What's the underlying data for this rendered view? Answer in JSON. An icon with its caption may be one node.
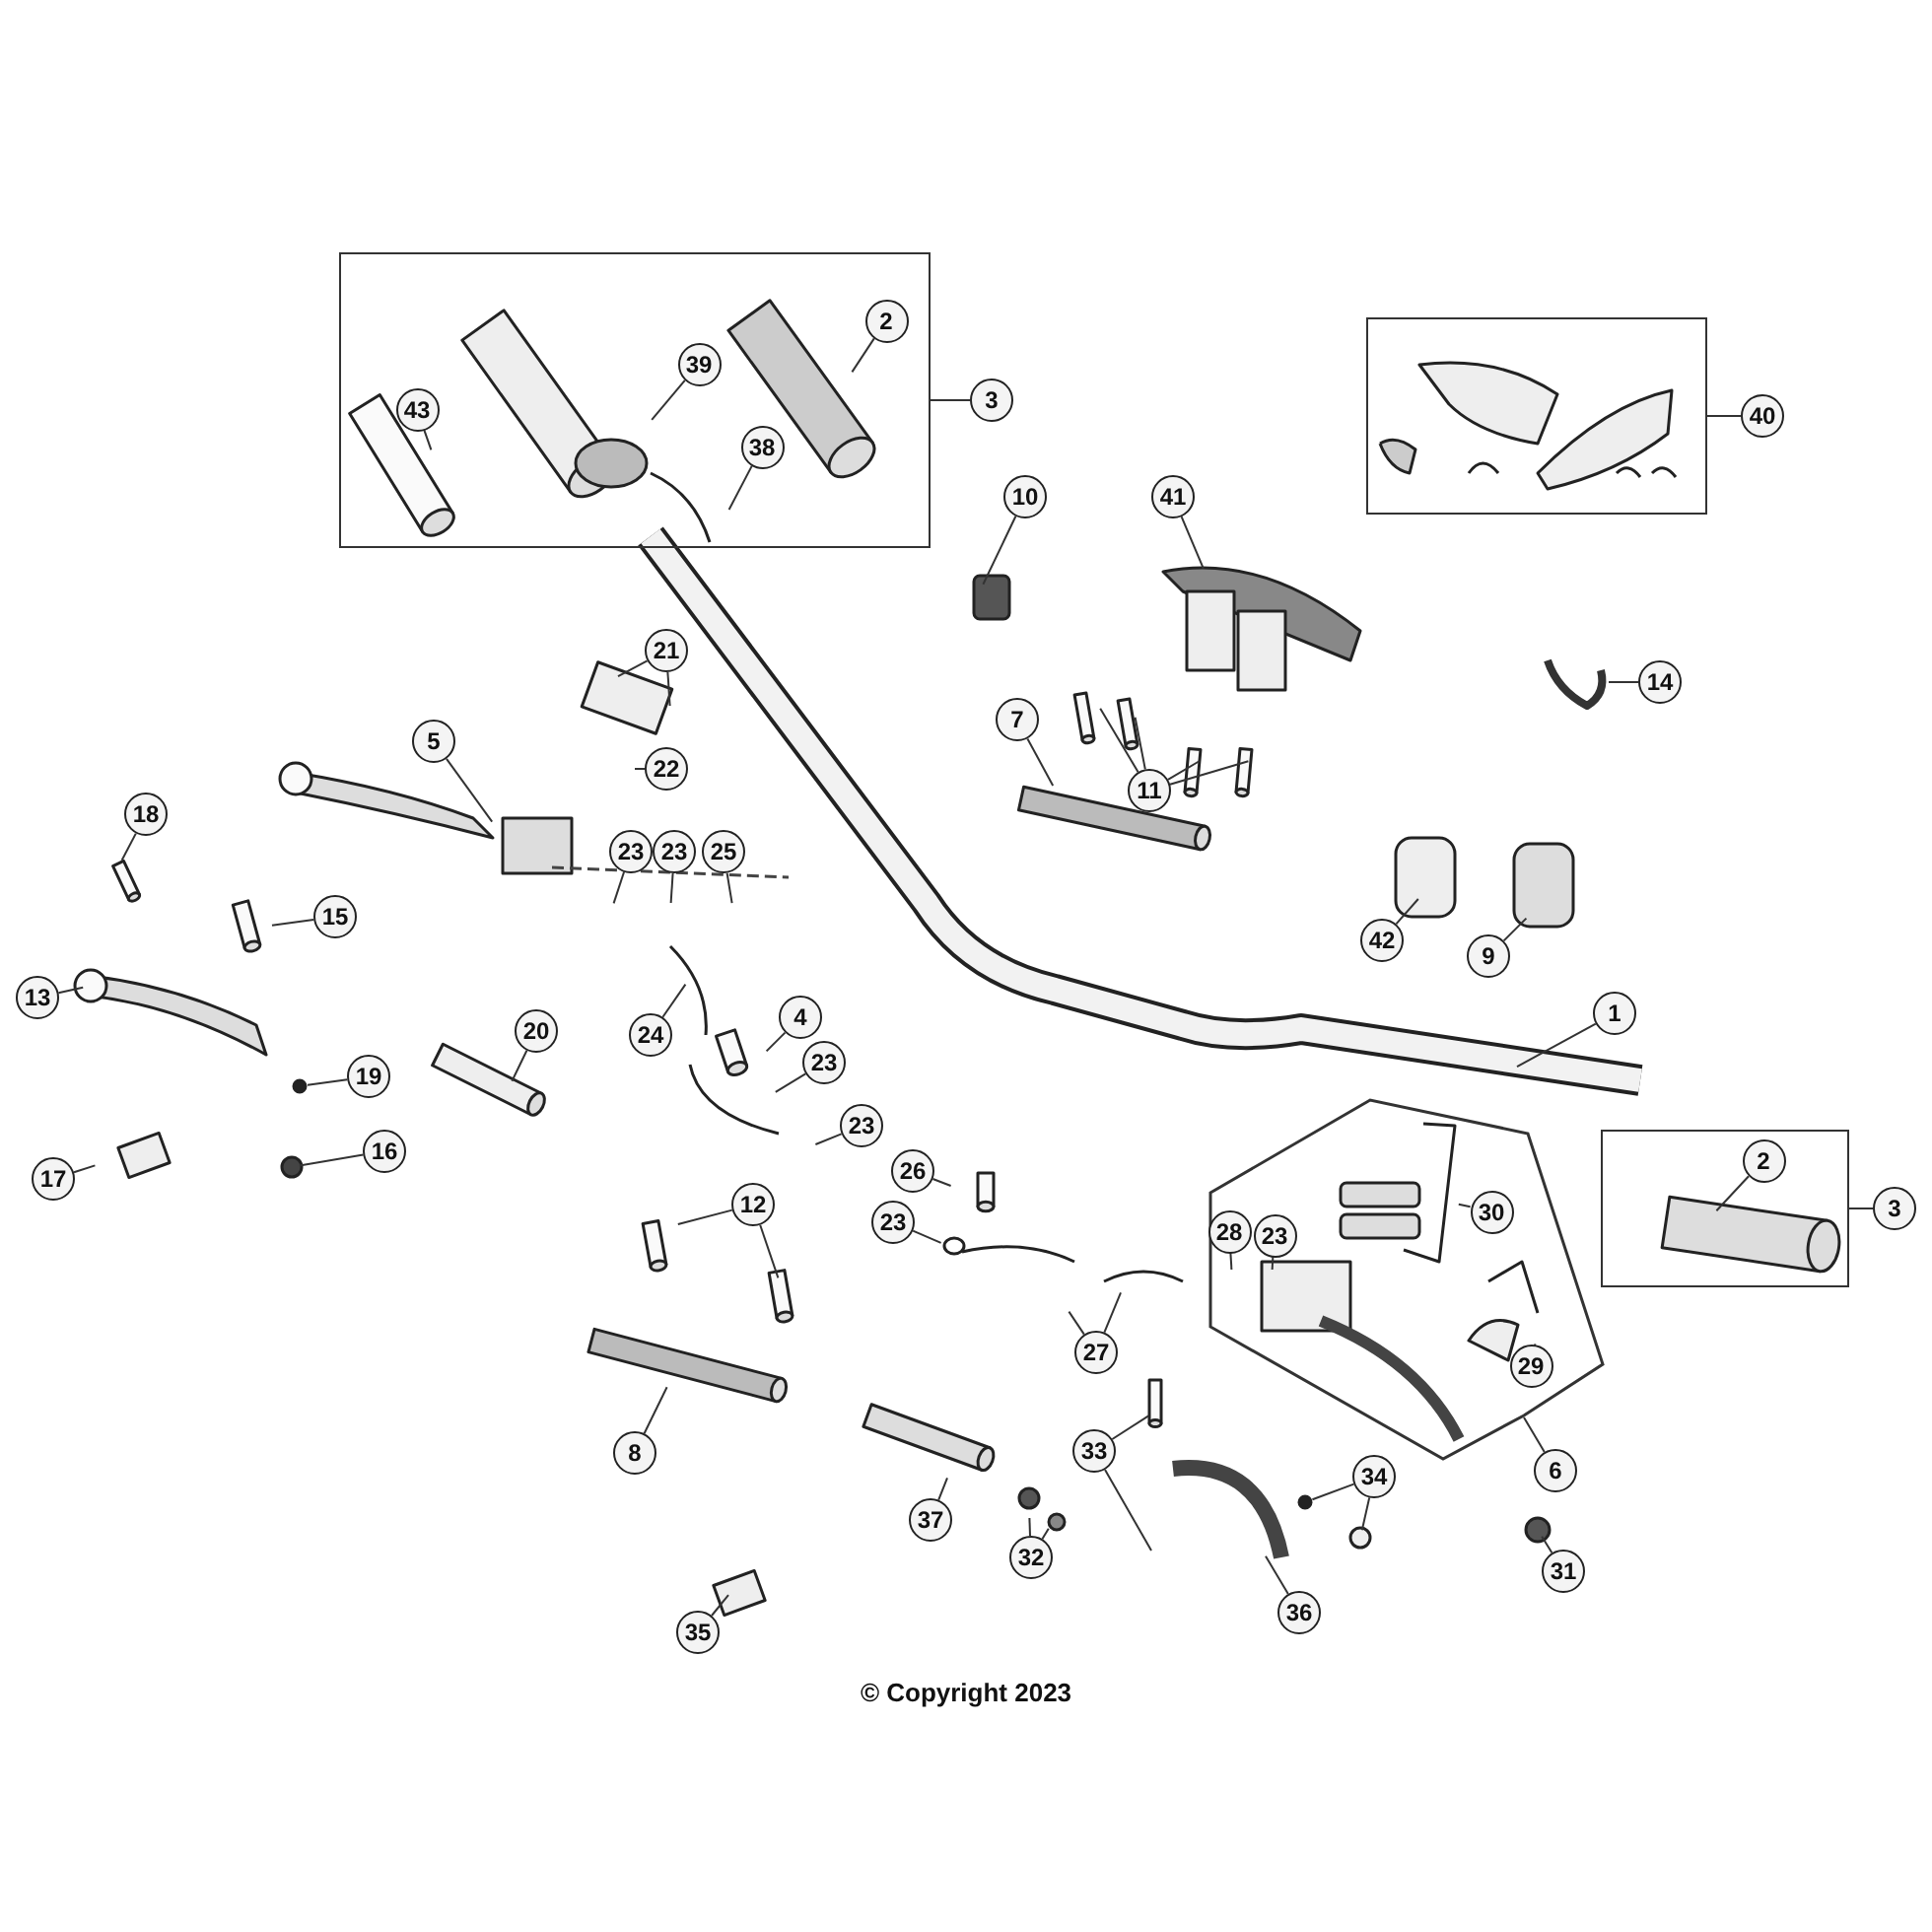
{
  "diagram": {
    "caption": "© Copyright 2023",
    "nodes": [
      {
        "text": [],
        "shape": "box"
      },
      {
        "text": [
          "43"
        ],
        "in": 0
      },
      {
        "text": [
          "39"
        ],
        "in": 0
      },
      {
        "text": [
          "38"
        ],
        "in": 0
      },
      {
        "text": [
          "2"
        ],
        "in": 0
      },
      {
        "text": [
          "3"
        ]
      },
      {
        "text": [],
        "shape": "box"
      },
      {
        "text": [
          "40"
        ]
      },
      {
        "text": [
          "10"
        ]
      },
      {
        "text": [
          "41"
        ]
      },
      {
        "text": [
          "21"
        ]
      },
      {
        "text": [
          "22"
        ]
      },
      {
        "text": [
          "5"
        ]
      },
      {
        "text": [
          "7"
        ]
      },
      {
        "text": [
          "11"
        ]
      },
      {
        "text": [
          "14"
        ]
      },
      {
        "text": [
          "18"
        ]
      },
      {
        "text": [
          "15"
        ]
      },
      {
        "text": [
          "23"
        ]
      },
      {
        "text": [
          "23"
        ]
      },
      {
        "text": [
          "25"
        ]
      },
      {
        "text": [
          "42"
        ]
      },
      {
        "text": [
          "9"
        ]
      },
      {
        "text": [
          "1"
        ]
      },
      {
        "text": [
          "13"
        ]
      },
      {
        "text": [
          "20"
        ]
      },
      {
        "text": [
          "4"
        ]
      },
      {
        "text": [
          "24"
        ]
      },
      {
        "text": [
          "23"
        ]
      },
      {
        "text": [
          "19"
        ]
      },
      {
        "text": [
          "23"
        ]
      },
      {
        "text": [
          "17"
        ]
      },
      {
        "text": [
          "16"
        ]
      },
      {
        "text": [
          "26"
        ]
      },
      {
        "text": [
          "23"
        ]
      },
      {
        "text": [],
        "shape": "box"
      },
      {
        "text": [
          "2"
        ],
        "in": 35
      },
      {
        "text": [
          "3"
        ]
      },
      {
        "text": [],
        "shape": "box"
      },
      {
        "text": [
          "28"
        ],
        "in": 38
      },
      {
        "text": [
          "23"
        ],
        "in": 38
      },
      {
        "text": [
          "30"
        ],
        "in": 38
      },
      {
        "text": [
          "29"
        ],
        "in": 38
      },
      {
        "text": [
          "6"
        ]
      },
      {
        "text": [
          "12"
        ]
      },
      {
        "text": [
          "27"
        ]
      },
      {
        "text": [
          "8"
        ]
      },
      {
        "text": [
          "33"
        ]
      },
      {
        "text": [
          "34"
        ]
      },
      {
        "text": [
          "37"
        ]
      },
      {
        "text": [
          "32"
        ]
      },
      {
        "text": [
          "36"
        ]
      },
      {
        "text": [
          "31"
        ]
      },
      {
        "text": [
          "35"
        ]
      }
    ],
    "edges": [
      {
        "from": 1,
        "to": null,
        "arrow": "none"
      },
      {
        "from": 2,
        "to": null,
        "arrow": "none"
      },
      {
        "from": 3,
        "to": null,
        "arrow": "none"
      },
      {
        "from": 4,
        "to": null,
        "arrow": "none"
      },
      {
        "from": 5,
        "to": 0,
        "arrow": "none"
      },
      {
        "from": 7,
        "to": 6,
        "arrow": "none"
      },
      {
        "from": 8,
        "to": null,
        "arrow": "none"
      },
      {
        "from": 9,
        "to": null,
        "arrow": "none"
      },
      {
        "from": 10,
        "to": null,
        "arrow": "none"
      },
      {
        "from": 10,
        "to": null,
        "arrow": "none"
      },
      {
        "from": 11,
        "to": null,
        "arrow": "none"
      },
      {
        "from": 12,
        "to": null,
        "arrow": "none"
      },
      {
        "from": 13,
        "to": null,
        "arrow": "none"
      },
      {
        "from": 14,
        "to": null,
        "arrow": "none"
      },
      {
        "from": 14,
        "to": null,
        "arrow": "none"
      },
      {
        "from": 14,
        "to": null,
        "arrow": "none"
      },
      {
        "from": 14,
        "to": null,
        "arrow": "none"
      },
      {
        "from": 15,
        "to": null,
        "arrow": "none"
      },
      {
        "from": 16,
        "to": null,
        "arrow": "none"
      },
      {
        "from": 17,
        "to": null,
        "arrow": "none"
      },
      {
        "from": 18,
        "to": null,
        "arrow": "none"
      },
      {
        "from": 19,
        "to": null,
        "arrow": "none"
      },
      {
        "from": 20,
        "to": null,
        "arrow": "none"
      },
      {
        "from": 21,
        "to": null,
        "arrow": "none"
      },
      {
        "from": 22,
        "to": null,
        "arrow": "none"
      },
      {
        "from": 23,
        "to": null,
        "arrow": "none"
      },
      {
        "from": 24,
        "to": null,
        "arrow": "none"
      },
      {
        "from": 25,
        "to": null,
        "arrow": "none"
      },
      {
        "from": 26,
        "to": null,
        "arrow": "none"
      },
      {
        "from": 27,
        "to": null,
        "arrow": "none"
      },
      {
        "from": 28,
        "to": null,
        "arrow": "none"
      },
      {
        "from": 29,
        "to": null,
        "arrow": "none"
      },
      {
        "from": 30,
        "to": null,
        "arrow": "none"
      },
      {
        "from": 31,
        "to": null,
        "arrow": "none"
      },
      {
        "from": 32,
        "to": null,
        "arrow": "none"
      },
      {
        "from": 33,
        "to": null,
        "arrow": "none"
      },
      {
        "from": 34,
        "to": null,
        "arrow": "none"
      },
      {
        "from": 36,
        "to": null,
        "arrow": "none"
      },
      {
        "from": 37,
        "to": 35,
        "arrow": "none"
      },
      {
        "from": 39,
        "to": null,
        "arrow": "none"
      },
      {
        "from": 40,
        "to": null,
        "arrow": "none"
      },
      {
        "from": 41,
        "to": null,
        "arrow": "none"
      },
      {
        "from": 42,
        "to": null,
        "arrow": "none"
      },
      {
        "from": 43,
        "to": 38,
        "arrow": "none"
      },
      {
        "from": 44,
        "to": null,
        "arrow": "none"
      },
      {
        "from": 44,
        "to": null,
        "arrow": "none"
      },
      {
        "from": 45,
        "to": null,
        "arrow": "none"
      },
      {
        "from": 45,
        "to": null,
        "arrow": "none"
      },
      {
        "from": 46,
        "to": null,
        "arrow": "none"
      },
      {
        "from": 47,
        "to": null,
        "arrow": "none"
      },
      {
        "from": 47,
        "to": null,
        "arrow": "none"
      },
      {
        "from": 48,
        "to": null,
        "arrow": "none"
      },
      {
        "from": 48,
        "to": null,
        "arrow": "none"
      },
      {
        "from": 49,
        "to": null,
        "arrow": "none"
      },
      {
        "from": 50,
        "to": null,
        "arrow": "none"
      },
      {
        "from": 50,
        "to": null,
        "arrow": "none"
      },
      {
        "from": 51,
        "to": null,
        "arrow": "none"
      },
      {
        "from": 52,
        "to": null,
        "arrow": "none"
      },
      {
        "from": 53,
        "to": null,
        "arrow": "none"
      }
    ]
  }
}
